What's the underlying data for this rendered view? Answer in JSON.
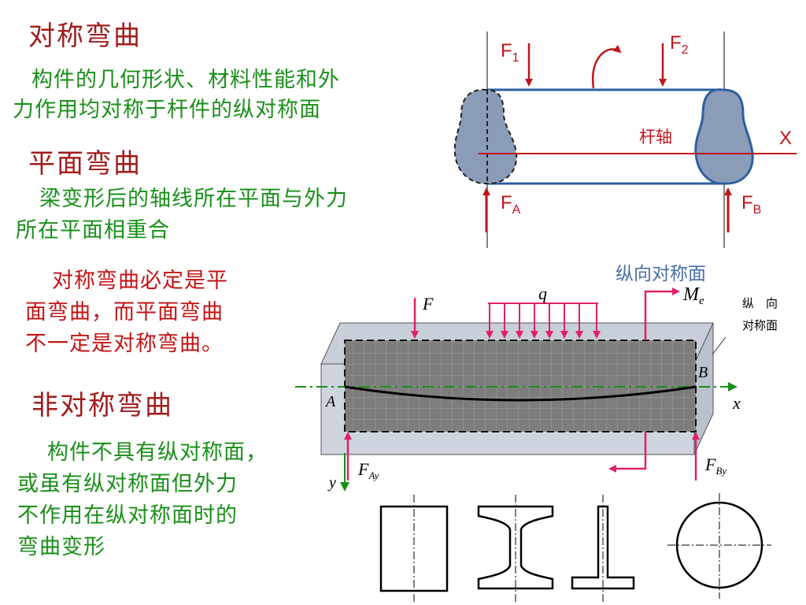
{
  "left": {
    "heading1": "对称弯曲",
    "para1_l1": "构件的几何形状、材料性能和外",
    "para1_l2": "力作用均对称于杆件的纵对称面",
    "heading2": "平面弯曲",
    "para2_l1": "梁变形后的轴线所在平面与外力",
    "para2_l2": "所在平面相重合",
    "note_l1": "对称弯曲必定是平",
    "note_l2": "面弯曲，而平面弯曲",
    "note_l3": "不一定是对称弯曲。",
    "heading3": "非对称弯曲",
    "para3_l1": "构件不具有纵对称面，",
    "para3_l2": "或虽有纵对称面但外力",
    "para3_l3": "不作用在纵对称面时的",
    "para3_l4": "弯曲变形"
  },
  "top_diagram": {
    "f1": "F",
    "f1_sub": "1",
    "f2": "F",
    "f2_sub": "2",
    "fa": "F",
    "fa_sub": "A",
    "fb": "F",
    "fb_sub": "B",
    "axis_label": "杆轴",
    "x_label": "X"
  },
  "beam_diagram": {
    "plane_label": "纵向对称面",
    "q": "q",
    "F": "F",
    "Me": "M",
    "Me_sub": "e",
    "side_label_l1": "纵　向",
    "side_label_l2": "对称面",
    "A": "A",
    "B": "B",
    "x": "x",
    "y": "y",
    "FAy": "F",
    "FAy_sub": "Ay",
    "FBy": "F",
    "FBy_sub": "By"
  },
  "colors": {
    "heading": "#a01c1c",
    "green_text": "#1a8f1a",
    "red_text": "#c21414",
    "arrow_red": "#c0141a",
    "magenta": "#e0206a",
    "blue_gray": "#8a9cb8",
    "plane_blue": "#4a6fa5"
  }
}
